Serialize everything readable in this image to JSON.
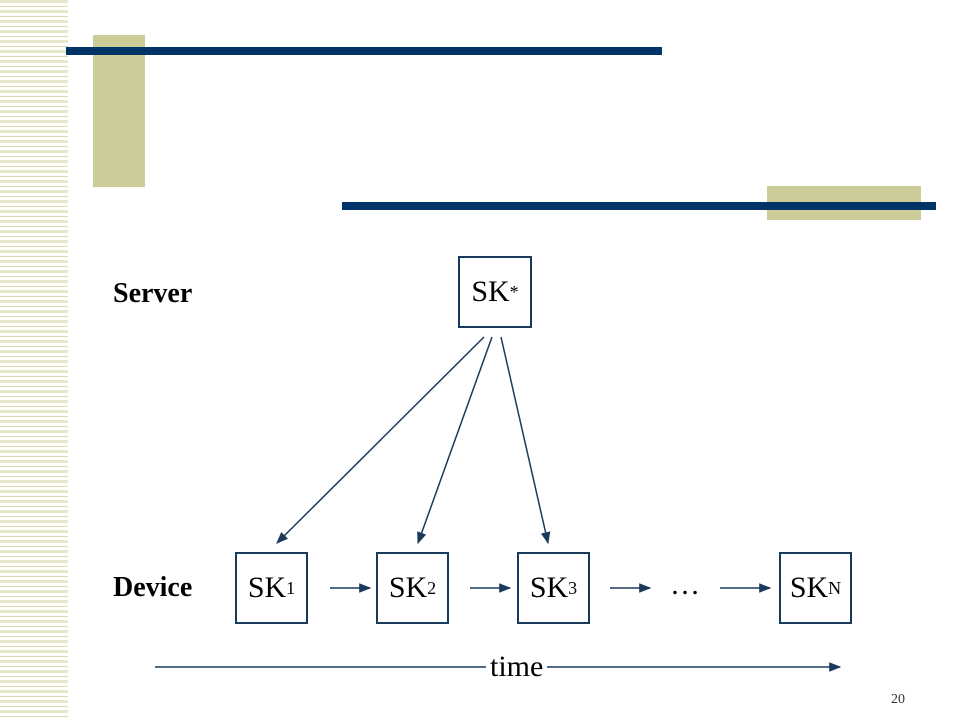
{
  "slide": {
    "page_number": "20",
    "colors": {
      "accent_bar": "#003366",
      "accent_block": "#cccc99"
    }
  },
  "diagram": {
    "server_label": "Server",
    "device_label": "Device",
    "server_key": {
      "base": "SK",
      "sup": "*"
    },
    "device_keys": [
      {
        "base": "SK",
        "sub": "1"
      },
      {
        "base": "SK",
        "sub": "2"
      },
      {
        "base": "SK",
        "sub": "3"
      },
      {
        "base": "SK",
        "sub": "N"
      }
    ],
    "ellipsis": "…",
    "time_label": "time"
  }
}
